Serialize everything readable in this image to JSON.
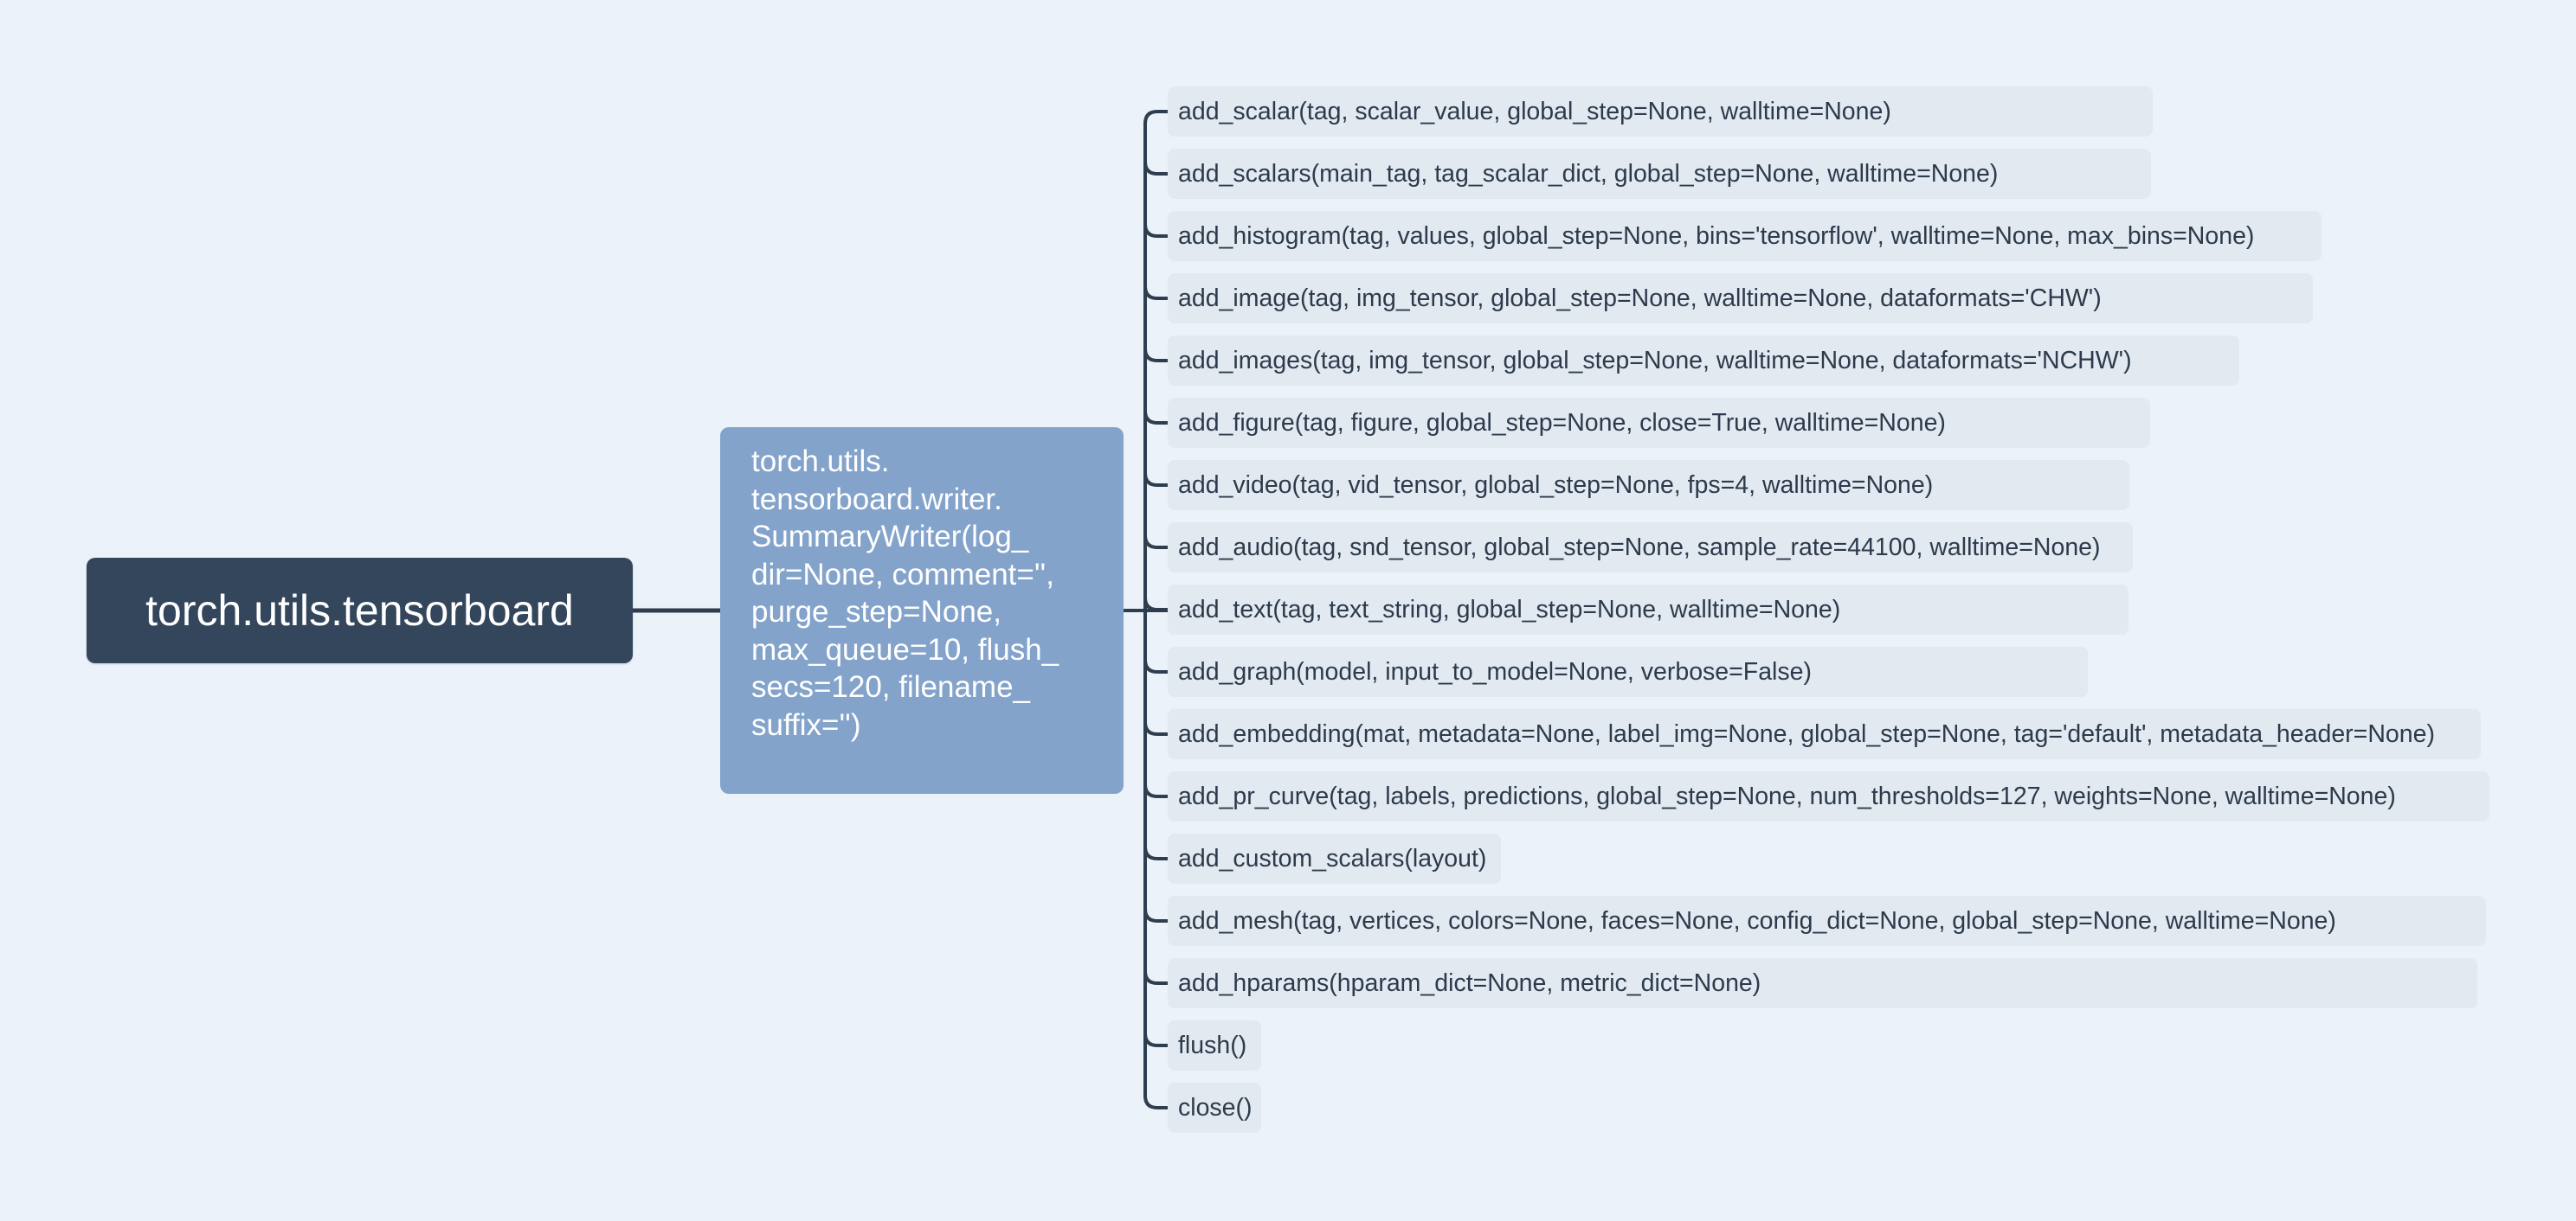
{
  "diagram": {
    "root": {
      "label": "torch.utils.tensorboard"
    },
    "class_node": {
      "lines": [
        "torch.utils.",
        "tensorboard.writer.",
        "SummaryWriter(log_",
        "dir=None, comment='',",
        "purge_step=None,",
        "max_queue=10, flush_",
        "secs=120, filename_",
        "suffix='')"
      ]
    },
    "methods": [
      "add_scalar(tag, scalar_value, global_step=None, walltime=None)",
      "add_scalars(main_tag, tag_scalar_dict, global_step=None, walltime=None)",
      "add_histogram(tag, values, global_step=None, bins='tensorflow', walltime=None, max_bins=None)",
      "add_image(tag, img_tensor, global_step=None, walltime=None, dataformats='CHW')",
      "add_images(tag, img_tensor, global_step=None, walltime=None, dataformats='NCHW')",
      "add_figure(tag, figure, global_step=None, close=True, walltime=None)",
      "add_video(tag, vid_tensor, global_step=None, fps=4, walltime=None)",
      "add_audio(tag, snd_tensor, global_step=None, sample_rate=44100, walltime=None)",
      "add_text(tag, text_string, global_step=None, walltime=None)",
      "add_graph(model, input_to_model=None, verbose=False)",
      "add_embedding(mat, metadata=None, label_img=None, global_step=None, tag='default', metadata_header=None)",
      "add_pr_curve(tag, labels, predictions, global_step=None, num_thresholds=127, weights=None, walltime=None)",
      "add_custom_scalars(layout)",
      "add_mesh(tag, vertices, colors=None, faces=None, config_dict=None, global_step=None, walltime=None)",
      "add_hparams(hparam_dict=None, metric_dict=None)",
      "flush()",
      "close()"
    ],
    "colors": {
      "background": "#ebf2fa",
      "root_fill": "#34465c",
      "class_fill": "#84a3cb",
      "leaf_fill": "#e2e9f1",
      "connector": "#2f3e4f"
    }
  }
}
